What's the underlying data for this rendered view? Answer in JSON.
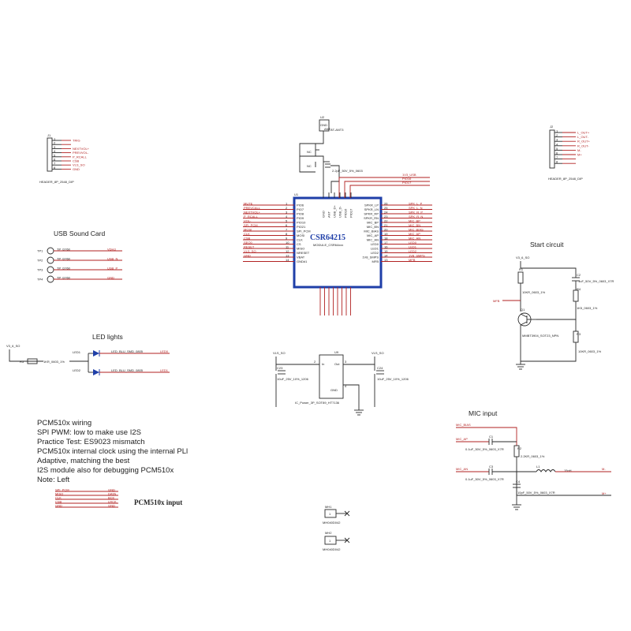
{
  "sections": {
    "usb_sound_card": "USB Sound Card",
    "led_lights": "LED lights",
    "start_circuit": "Start circuit",
    "mic_input": "MIC input",
    "pcm510x_input": "PCM510x input"
  },
  "notes": [
    "PCM510x wiring",
    "SPI PWM: low to make use I2S",
    "Practice Test: ES9023 mismatch",
    "PCM510x internal clock using the internal PLl",
    "Adaptive, matching the best",
    "I2S module also for debugging PCM510x",
    "Note: Left"
  ],
  "u1": {
    "ref": "U1",
    "name": "CSR64215",
    "sub": "MODULE_CSR64xxx",
    "left_nets": [
      "MUTE",
      "PREVCALL",
      "NEXTVOL+",
      "P_RCALL",
      "VOL-",
      "SPI_PCM",
      "MOSI",
      "CLK",
      "CSB",
      "SEO0",
      "RESET",
      "VLS_SO",
      "GND"
    ],
    "left_pins": [
      "PIO6",
      "PIO7",
      "PIO8",
      "PIO9",
      "PIO10",
      "PIO21",
      "SPI_PCM",
      "MOSI",
      "CLK",
      "CS",
      "MISO",
      "NRESET",
      "VBAT",
      "GND#1"
    ],
    "right_pins": [
      "SPKR_LP",
      "SPKR_LN",
      "SPKR_RP",
      "SPKR_RN",
      "MIC_BP",
      "MIC_BN",
      "MIC_BIAS",
      "MIC_AP",
      "MIC_AN",
      "LED0",
      "LED1",
      "LED2",
      "1V8_SMPS",
      "MFB"
    ],
    "right_nets": [
      "SPK_L_P",
      "SPK_L_N",
      "SPK_R_P",
      "SPK_R_N",
      "MIC_BP",
      "MIC_BN",
      "MIC_BIAS",
      "MIC_AP",
      "MIC_AN",
      "LED0",
      "LED1",
      "LED2",
      "1V8_SMPS",
      "MFB"
    ],
    "top_pins": [
      "GND",
      "ANT",
      "USB_D+",
      "USB_D-",
      "PIO16",
      "PIO17"
    ],
    "top_nets": [
      "1V3_USB",
      "PIO16",
      "PIO17"
    ]
  },
  "u2": {
    "ref": "U2",
    "name": "BT-ANT3",
    "pin1": "GND",
    "pin2": "ANT"
  },
  "c_nc1": "NC",
  "c_nc2": "NC",
  "c_ant": "2.2pF_50V_5%_0603",
  "j1": {
    "ref": "J1",
    "footprint": "HEADER_8P_2548_DIP",
    "nets": [
      "TRIG",
      "",
      "NEXTVOL+",
      "PREVVOL-",
      "P_RCALL",
      "CSB",
      "VLS_SO",
      "GND"
    ]
  },
  "j2": {
    "ref": "J2",
    "footprint": "HEADER_8P_2548_DIP",
    "nets": [
      "L_OUT+",
      "L_OUT-",
      "R_OUT+",
      "R_OUT-",
      "M-",
      "M+",
      "",
      ""
    ]
  },
  "usb_tps": [
    {
      "ref": "TP1",
      "part": "TP_D760",
      "net": "VDH3"
    },
    {
      "ref": "TP2",
      "part": "TP_D760",
      "net": "USB_N"
    },
    {
      "ref": "TP3",
      "part": "TP_D760",
      "net": "USB_P"
    },
    {
      "ref": "TP4",
      "part": "TP_D760",
      "net": "GND"
    }
  ],
  "led": {
    "vin": "V3_6_SO",
    "r5": "R5",
    "r5val": "1KR_0603_1%",
    "led1": "LED1",
    "led2": "LED2",
    "part": "LED_BLU_SMD_0805",
    "net1": "LED0",
    "net2": "LED1"
  },
  "u9": {
    "ref": "U9",
    "vin": "VLS_SO",
    "vout": "VLS_SO",
    "pin_in": "In",
    "pin_out": "Out",
    "pin_gnd": "GND",
    "part": "IC_Power_3P_SOT89_HT7136",
    "c23": "C23",
    "c23val": "10uF_25V_10%_1206",
    "c24": "C24",
    "c24val": "10uF_25V_10%_1206",
    "n1": "1",
    "n2": "2",
    "n3": "3",
    "n4": "4"
  },
  "start": {
    "vin": "V3_6_SO",
    "r1": "R1",
    "r1val": "10KR_0603_1%",
    "c2": "C2",
    "c2val": "1uF_50V_5%_0603_X7R",
    "r4": "R4",
    "r4val": "1K5_0603_1%",
    "q1": "Q1",
    "q1val": "MMBT3904_SOT23_NPN",
    "r3": "R3",
    "r3val": "10KR_0603_1%",
    "mfb": "MFB"
  },
  "mic": {
    "bias": "MIC_BIAS",
    "ap": "MIC_AP",
    "an": "MIC_AN",
    "c1": "C1",
    "c1val": "0.1uF_50V_5%_0603_X7R",
    "r2": "R2",
    "r2val": "2.2KR_0603_1%",
    "c3": "C3",
    "c3val": "0.1uF_50V_5%_0603_X7R",
    "l1": "L1",
    "l1val": "15nH",
    "c4": "C4",
    "c4val": "10pF_50V_5%_0603_X7R",
    "mminus": "M-",
    "mplus": "M+"
  },
  "pcm_nets": [
    {
      "left": "SPI_PCM",
      "right": "GND"
    },
    {
      "left": "MISO",
      "right": "DATA"
    },
    {
      "left": "CLK",
      "right": "BCK"
    },
    {
      "left": "CSB",
      "right": "LRCK"
    },
    {
      "left": "GND",
      "right": "GND"
    }
  ],
  "mh1": {
    "ref": "MH1",
    "part": "MH040D042",
    "pin": "1"
  },
  "mh2": {
    "ref": "MH2",
    "part": "MH040D042",
    "pin": "1"
  }
}
